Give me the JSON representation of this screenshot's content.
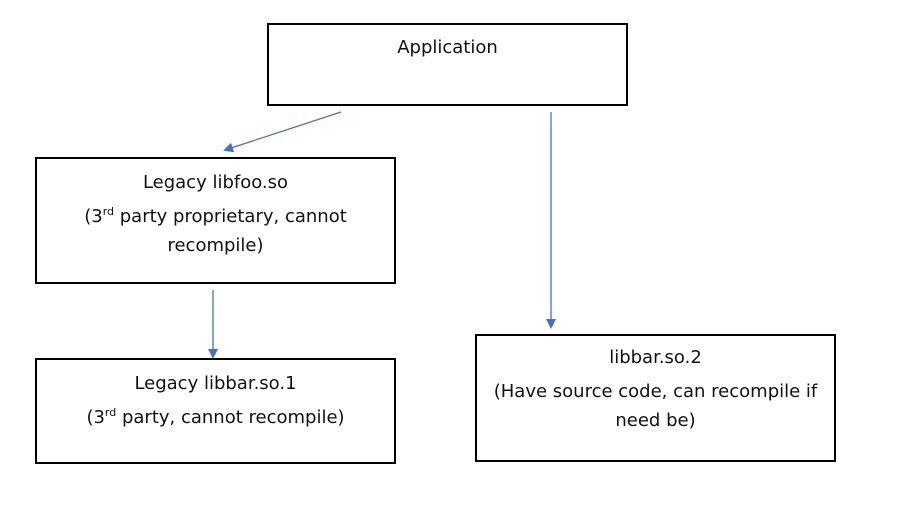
{
  "diagram": {
    "application": {
      "title": "Application"
    },
    "libfoo": {
      "title": "Legacy libfoo.so",
      "desc_prefix": "(3",
      "desc_sup": "rd",
      "desc_suffix": " party proprietary, cannot recompile)"
    },
    "libbar1": {
      "title": "Legacy libbar.so.1",
      "desc_prefix": "(3",
      "desc_sup": "rd",
      "desc_suffix": " party, cannot recompile)"
    },
    "libbar2": {
      "title": "libbar.so.2",
      "desc": "(Have source code, can recompile if need be)"
    },
    "arrow_color": "#4472C4"
  }
}
